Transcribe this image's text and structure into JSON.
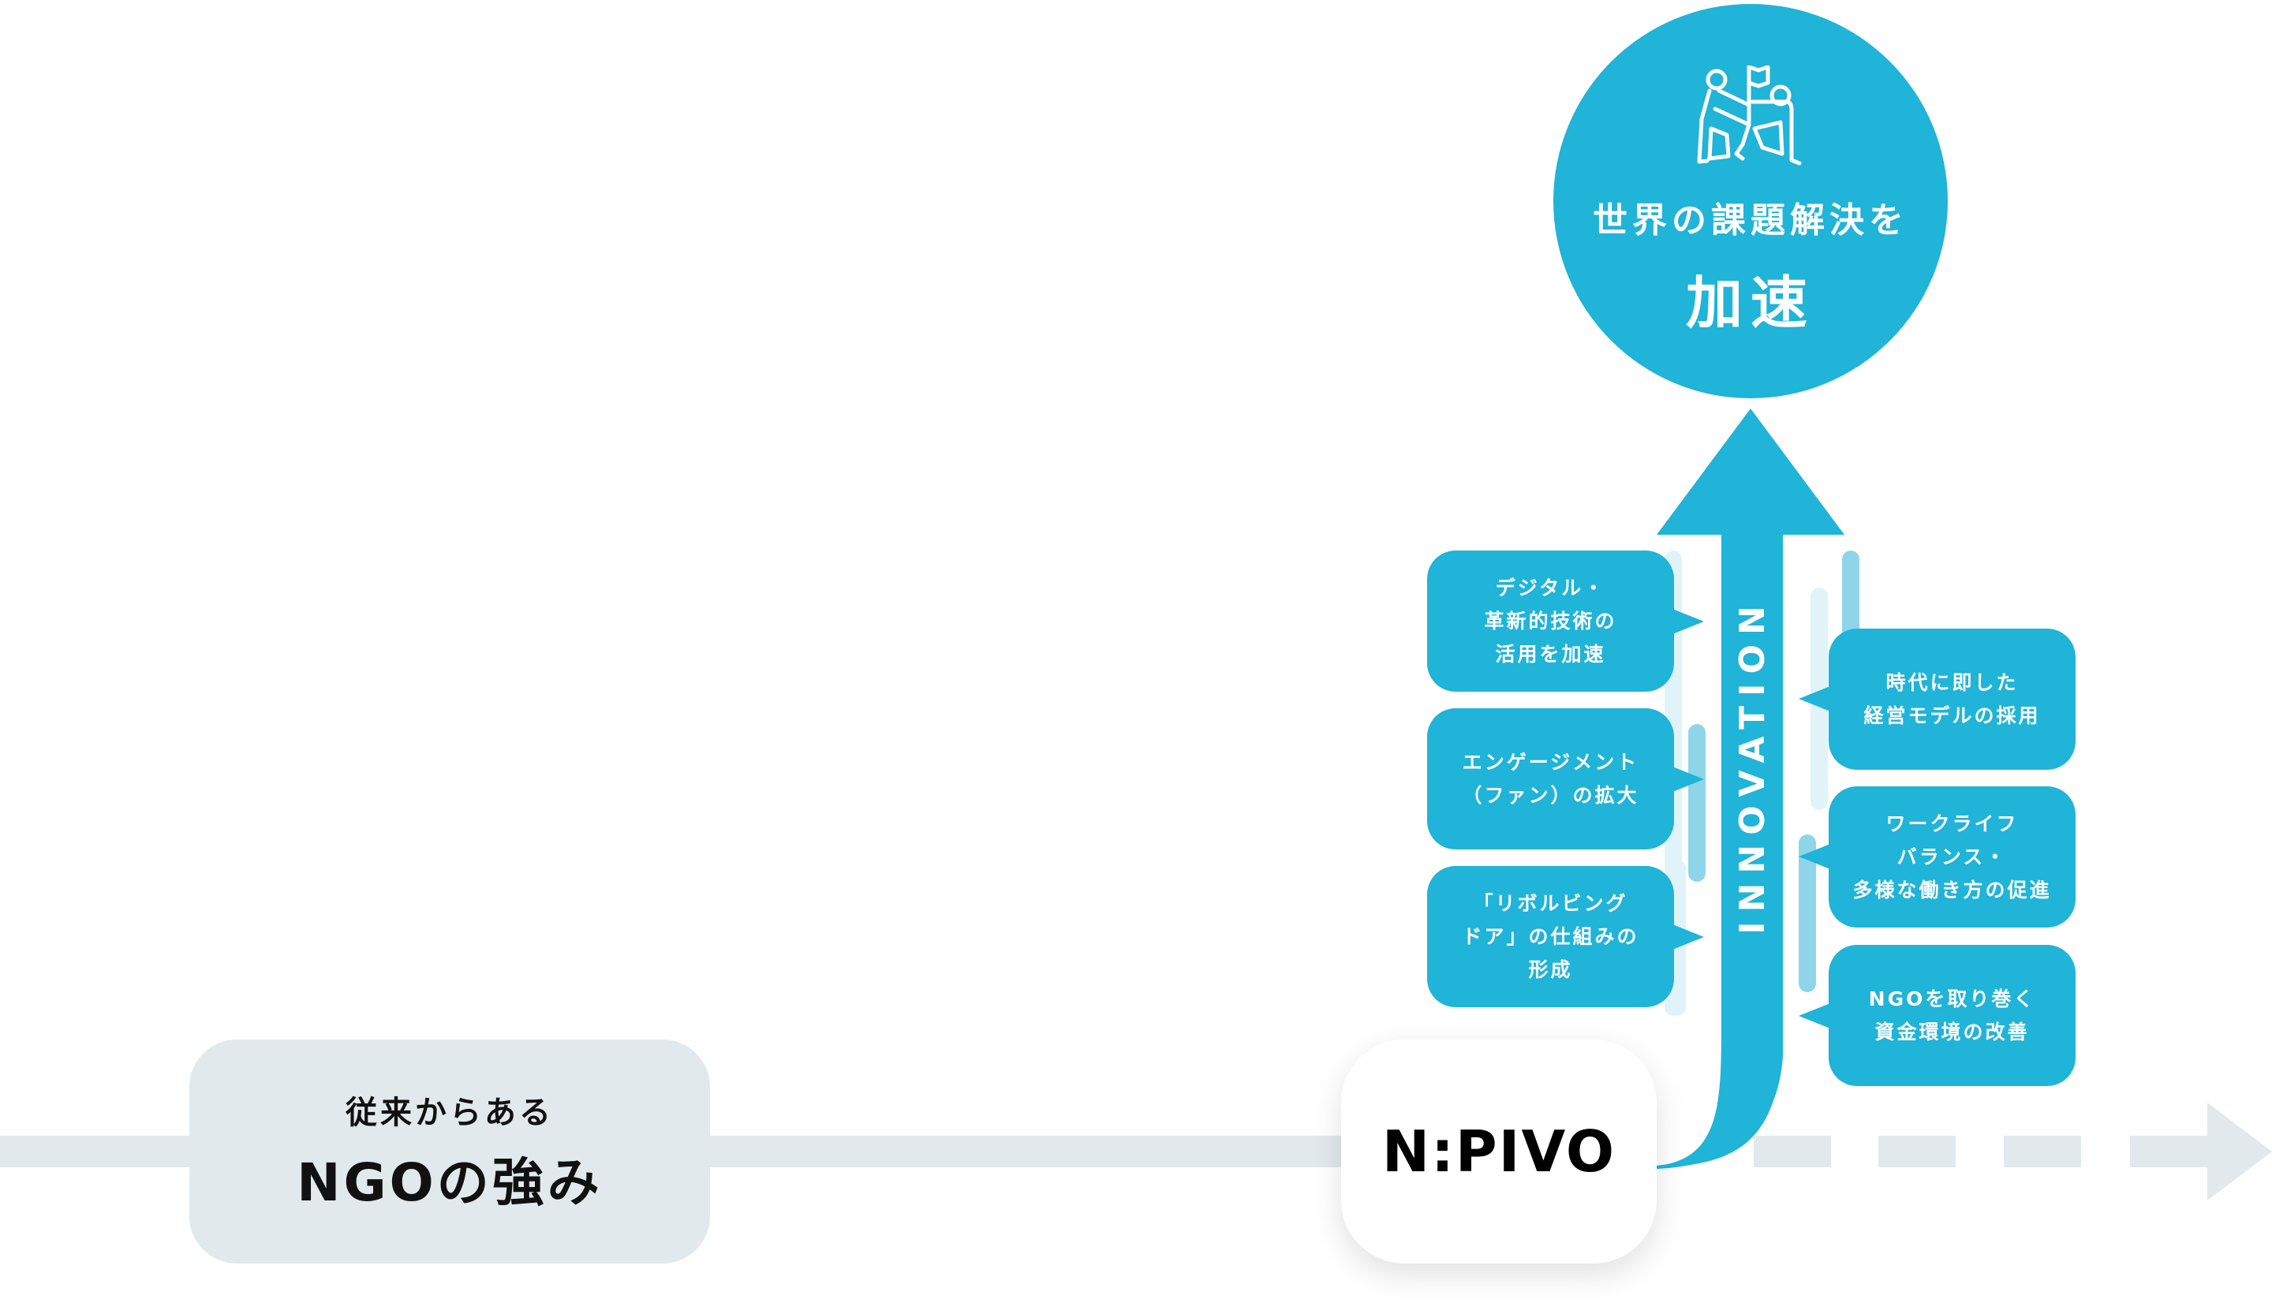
{
  "colors": {
    "primary": "#1fb4d8",
    "timeline": "#e1e9ec",
    "bar_light": "#e0f3f8",
    "bar_medium": "#8fd5ea",
    "text_dark": "#111111",
    "text_light": "#ffffff"
  },
  "goal": {
    "icon": "people-with-flag-icon",
    "line1": "世界の課題解決を",
    "line2": "加速"
  },
  "axis_label": "INNOVATION",
  "origin": {
    "line1": "従来からある",
    "line2": "NGOの強み"
  },
  "brand": {
    "name": "N:PIVO"
  },
  "left_items": [
    {
      "text": "デジタル・\n革新的技術の\n活用を加速"
    },
    {
      "text": "エンゲージメント\n（ファン）の拡大"
    },
    {
      "text": "「リボルビング\nドア」の仕組みの\n形成"
    }
  ],
  "right_items": [
    {
      "text": "時代に即した\n経営モデルの採用"
    },
    {
      "text": "ワークライフ\nバランス・\n多様な働き方の促進"
    },
    {
      "text": "NGOを取り巻く\n資金環境の改善"
    }
  ]
}
